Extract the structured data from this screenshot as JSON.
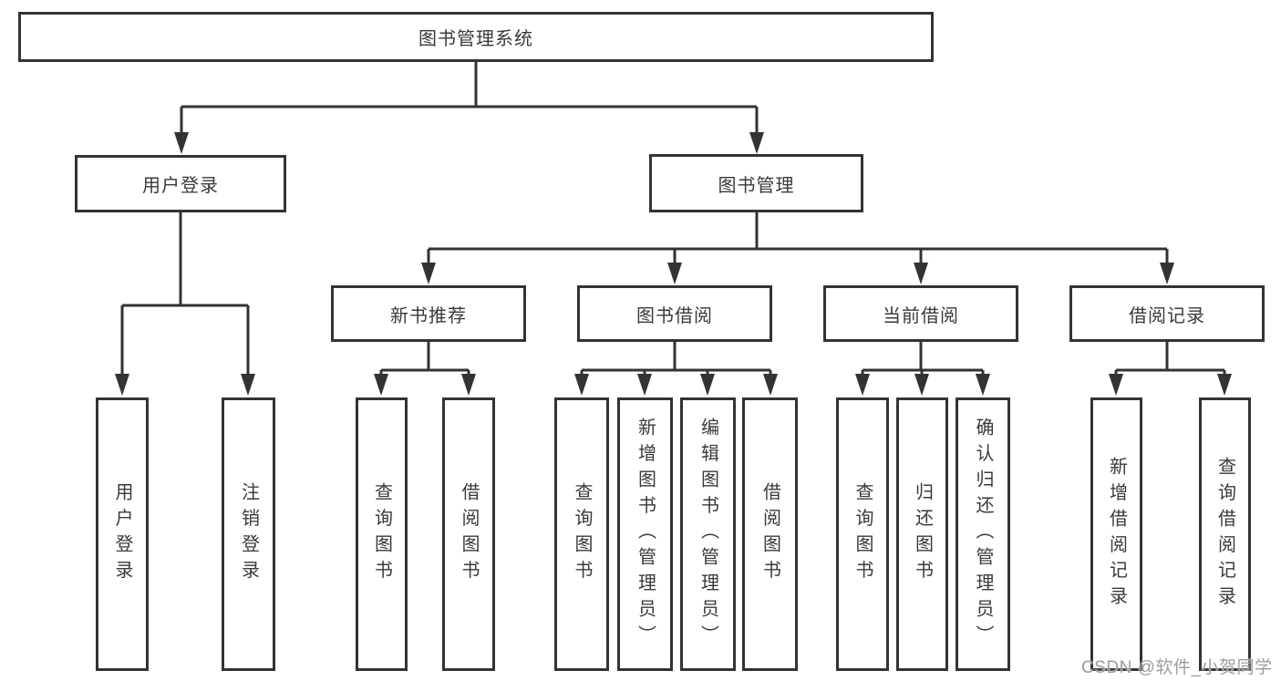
{
  "colors": {
    "line": "#333333",
    "text": "#3a3a3a",
    "background": "#ffffff",
    "watermark_text_color": "#9c9c9c"
  },
  "watermark": "CSDN @软件_小贺同学",
  "tree": {
    "label": "图书管理系统",
    "children": [
      {
        "label": "用户登录",
        "children": [
          {
            "label": "用户登录"
          },
          {
            "label": "注销登录"
          }
        ]
      },
      {
        "label": "图书管理",
        "children": [
          {
            "label": "新书推荐",
            "children": [
              {
                "label": "查询图书"
              },
              {
                "label": "借阅图书"
              }
            ]
          },
          {
            "label": "图书借阅",
            "children": [
              {
                "label": "查询图书"
              },
              {
                "label": "新增图书（管理员）"
              },
              {
                "label": "编辑图书（管理员）"
              },
              {
                "label": "借阅图书"
              }
            ]
          },
          {
            "label": "当前借阅",
            "children": [
              {
                "label": "查询图书"
              },
              {
                "label": "归还图书"
              },
              {
                "label": "确认归还（管理员）"
              }
            ]
          },
          {
            "label": "借阅记录",
            "children": [
              {
                "label": "新增借阅记录"
              },
              {
                "label": "查询借阅记录"
              }
            ]
          }
        ]
      }
    ]
  }
}
